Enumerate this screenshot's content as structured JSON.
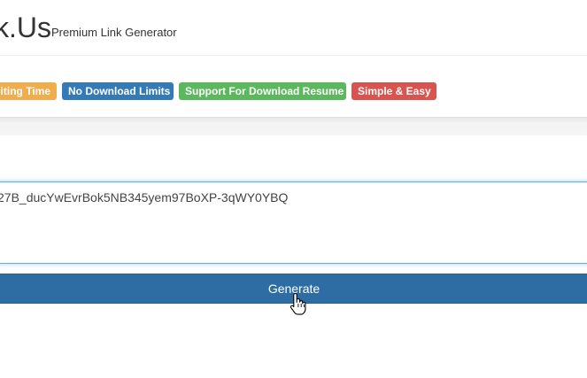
{
  "header": {
    "brand": "k.Us",
    "tagline": "Premium Link Generator"
  },
  "badges": [
    {
      "label": "iting Time",
      "color": "#f0ad4e"
    },
    {
      "label": "No Download Limits",
      "color": "#337ab7"
    },
    {
      "label": "Support For Download Resume",
      "color": "#5cb85c"
    },
    {
      "label": "Simple & Easy",
      "color": "#d9534f"
    }
  ],
  "form": {
    "link_value": "27B_ducYwEvrBok5NB345yem97BoXP-3qWY0YBQ",
    "generate_label": "Generate"
  },
  "colors": {
    "primary": "#337ab7",
    "focus_border": "#66afe9"
  },
  "cursor": {
    "icon": "hand-pointer-icon"
  }
}
